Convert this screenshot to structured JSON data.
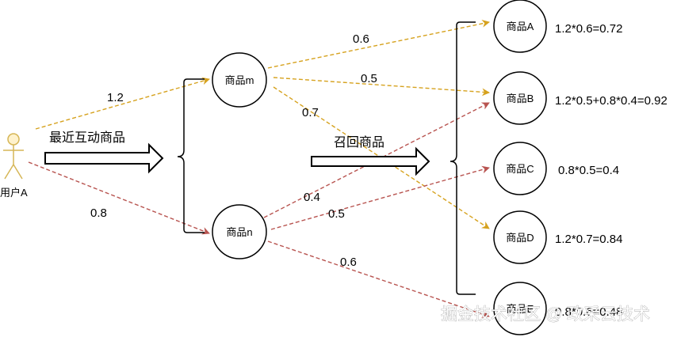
{
  "user": {
    "label": "用户A"
  },
  "stages": {
    "recent_interaction": "最近互动商品",
    "recall": "召回商品"
  },
  "nodes": {
    "item_m": "商品m",
    "item_n": "商品n",
    "item_a": "商品A",
    "item_b": "商品B",
    "item_c": "商品C",
    "item_d": "商品D",
    "item_e": "商品E"
  },
  "edge_labels": {
    "user_to_m": "1.2",
    "user_to_n": "0.8",
    "m_to_a": "0.6",
    "m_to_b": "0.5",
    "m_to_d": "0.7",
    "n_to_b": "0.4",
    "n_to_c": "0.5",
    "n_to_e": "0.6"
  },
  "scores": {
    "a": "1.2*0.6=0.72",
    "b": "1.2*0.5+0.8*0.4=0.92",
    "c": "0.8*0.5=0.4",
    "d": "1.2*0.7=0.84",
    "e": "0.8*0.6=0.48"
  },
  "watermark": "掘金技术社区 @ 政采云技术",
  "colors": {
    "gold": "#d6a21e",
    "red": "#b85450",
    "actor_fill": "#fff2cc",
    "actor_stroke": "#d6b656"
  }
}
